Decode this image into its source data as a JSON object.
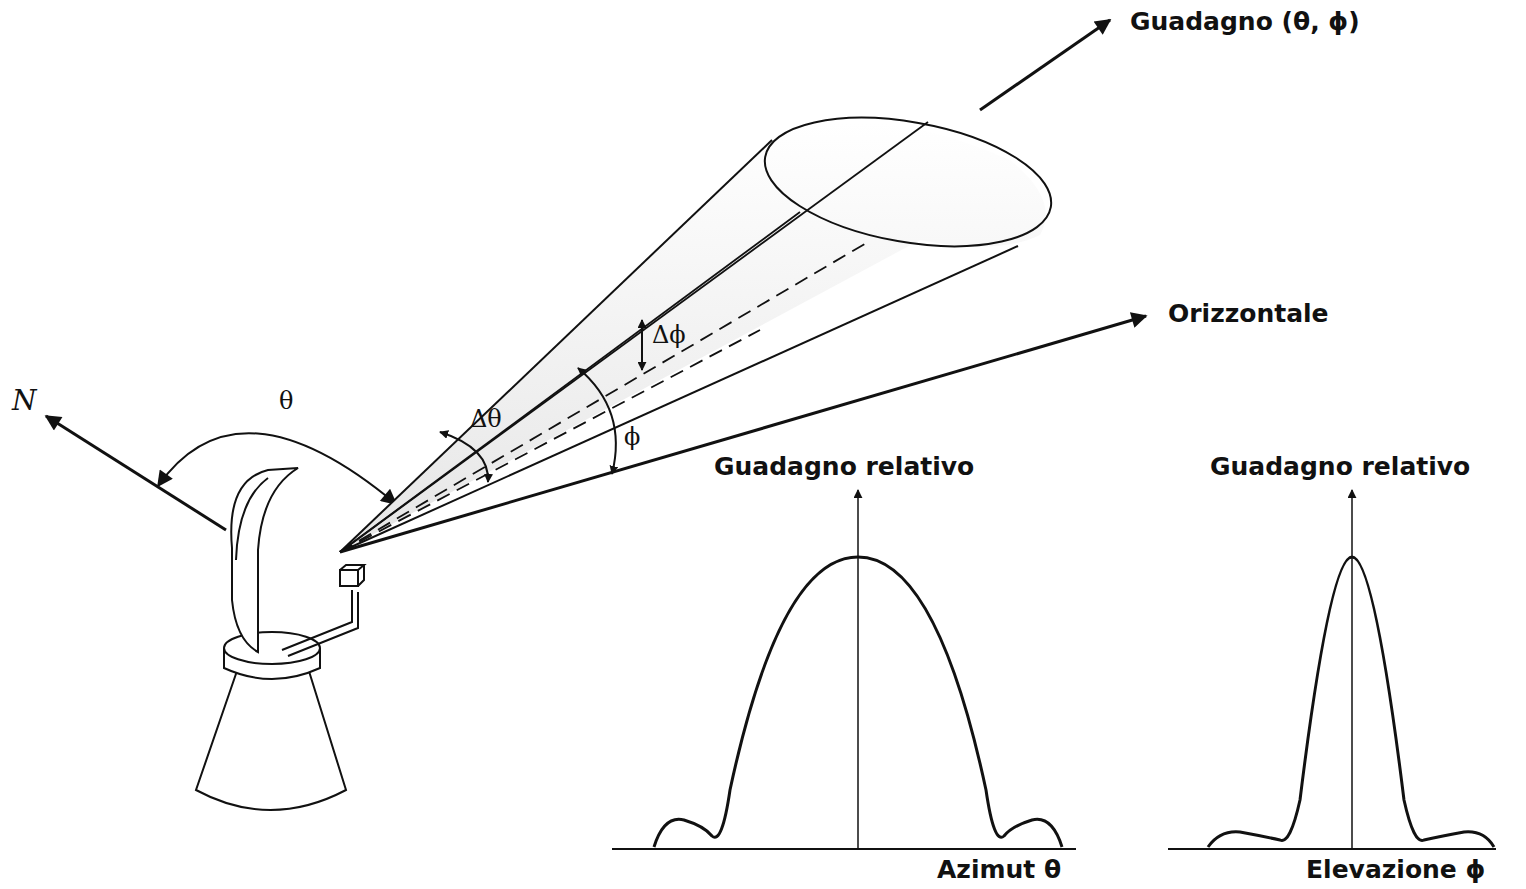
{
  "diagram": {
    "labels": [
      "Guadagno (θ, ϕ)",
      "Orizzontale",
      "N",
      "θ",
      "Δθ",
      "Δϕ",
      "ϕ",
      "Guadagno relativo",
      "Guadagno relativo",
      "Azimut θ",
      "Elevazione ϕ"
    ]
  }
}
